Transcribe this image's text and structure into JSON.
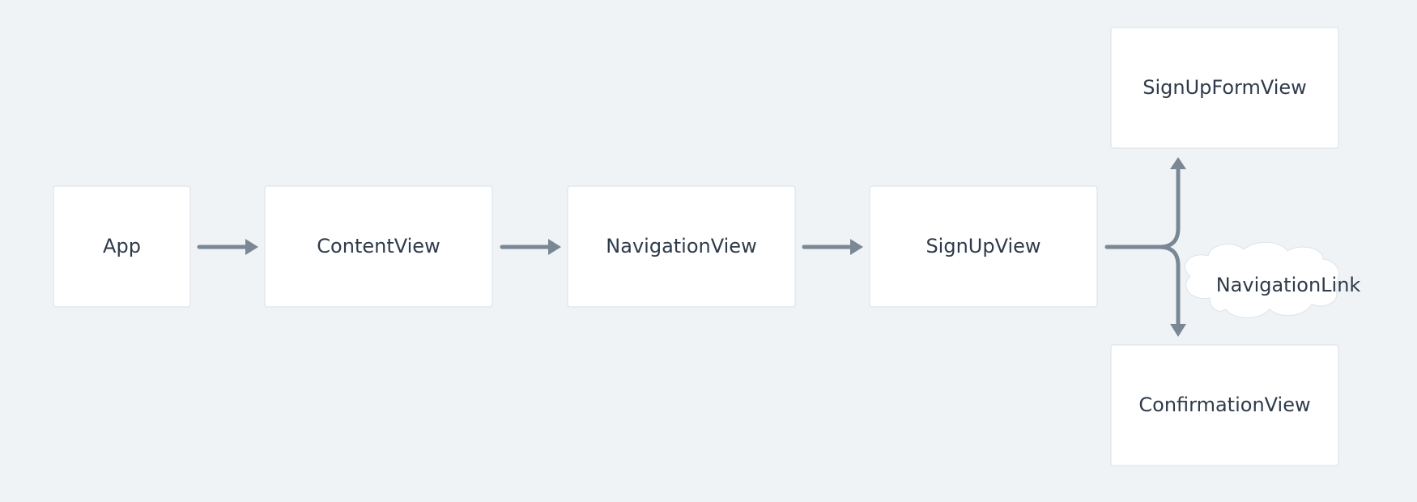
{
  "diagram": {
    "nodes": {
      "app": "App",
      "content_view": "ContentView",
      "navigation_view": "NavigationView",
      "sign_up_view": "SignUpView",
      "sign_up_form_view": "SignUpFormView",
      "confirmation_view": "ConfirmationView"
    },
    "link_label": "NavigationLink",
    "colors": {
      "background": "#eff3f6",
      "node_fill": "#ffffff",
      "node_border": "#d9dfe5",
      "text": "#2f3b4a",
      "edge": "#7a8794"
    }
  }
}
